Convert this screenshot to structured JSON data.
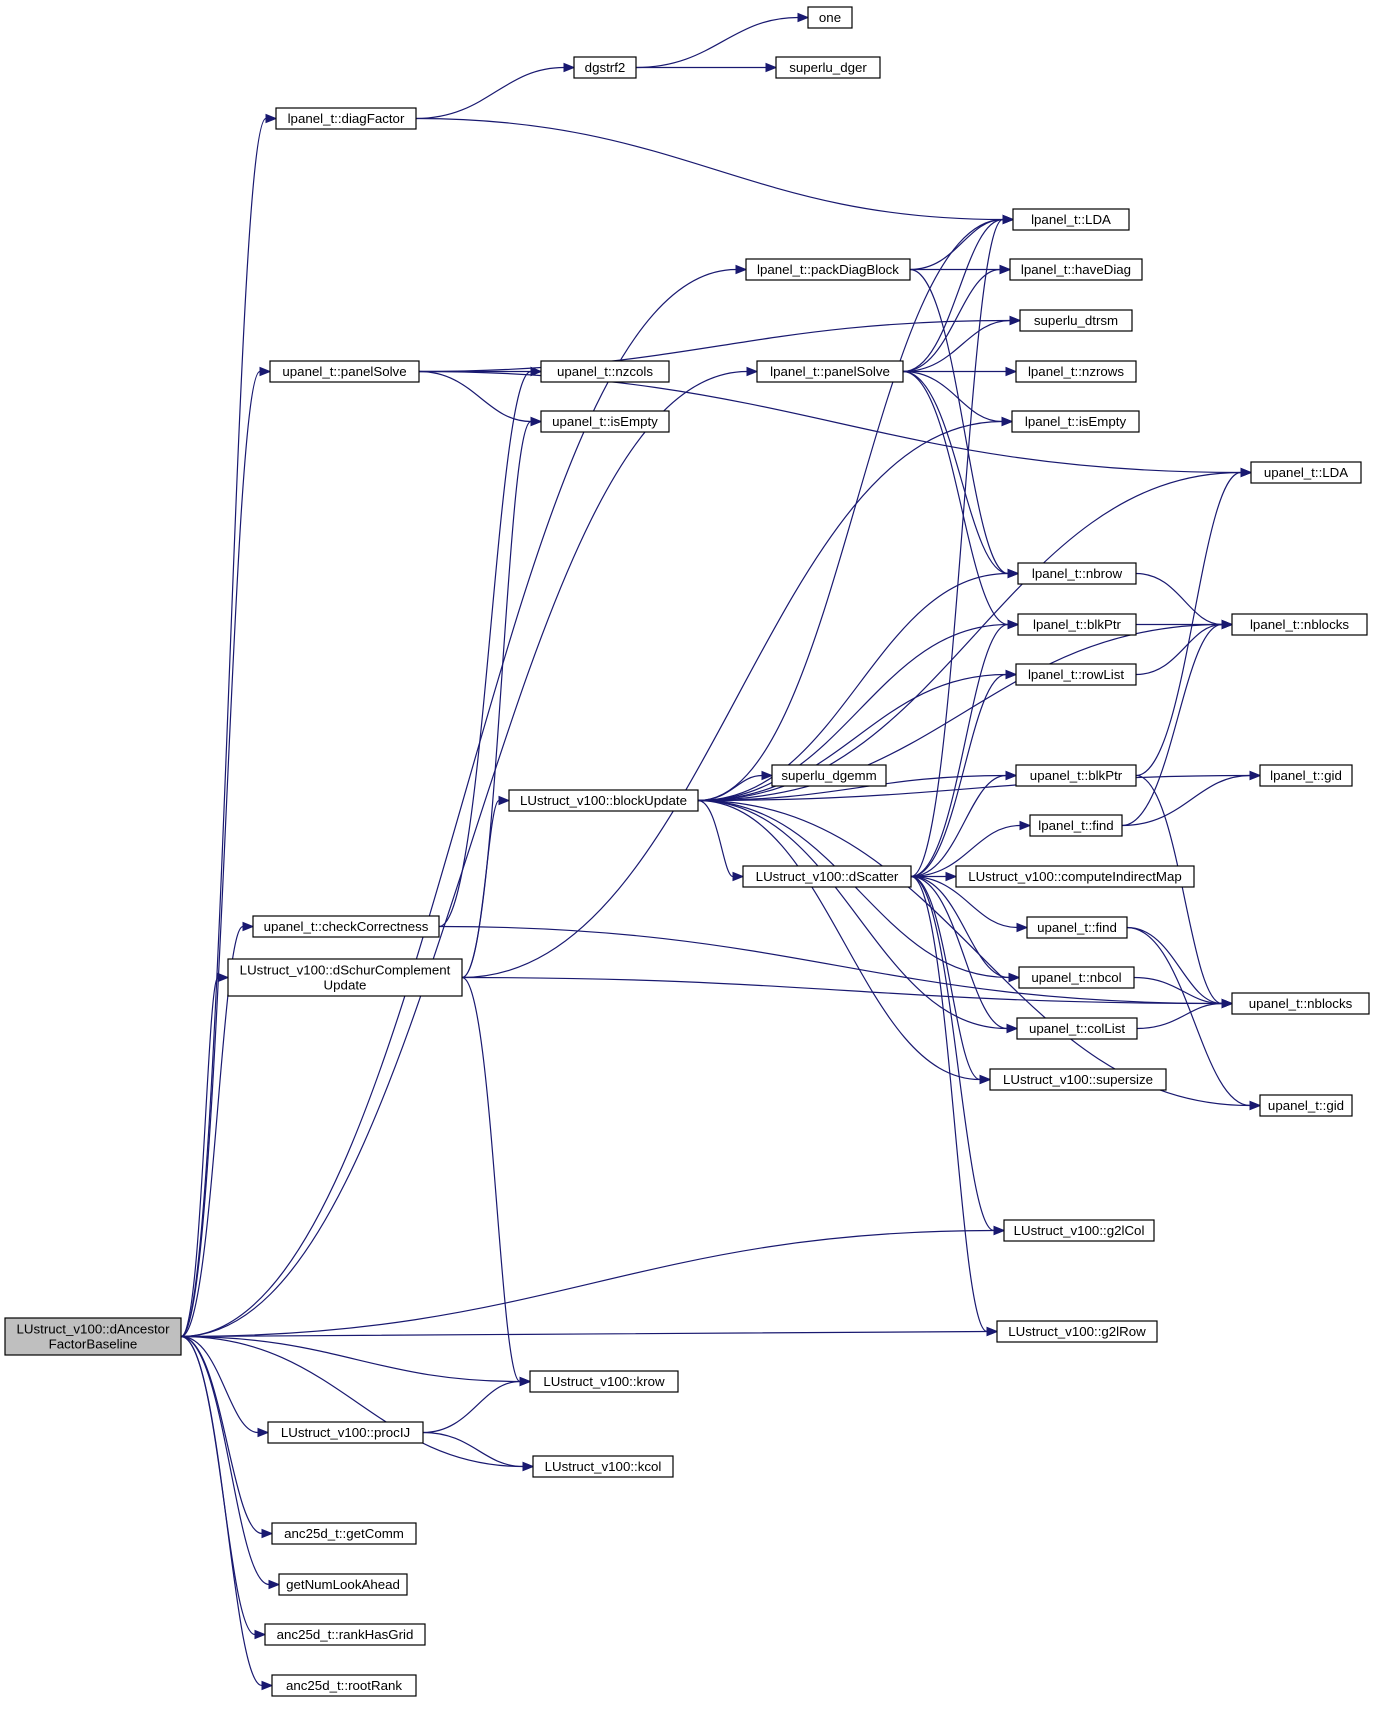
{
  "graph": {
    "nodes": [
      {
        "id": "root",
        "lines": [
          "LUstruct_v100::dAncestor",
          "FactorBaseline"
        ],
        "root": true
      },
      {
        "id": "one",
        "lines": [
          "one"
        ]
      },
      {
        "id": "dgstrf2",
        "lines": [
          "dgstrf2"
        ]
      },
      {
        "id": "superlu_dger",
        "lines": [
          "superlu_dger"
        ]
      },
      {
        "id": "lp_diagFactor",
        "lines": [
          "lpanel_t::diagFactor"
        ]
      },
      {
        "id": "lp_LDA",
        "lines": [
          "lpanel_t::LDA"
        ]
      },
      {
        "id": "lp_packDiagBlock",
        "lines": [
          "lpanel_t::packDiagBlock"
        ]
      },
      {
        "id": "lp_haveDiag",
        "lines": [
          "lpanel_t::haveDiag"
        ]
      },
      {
        "id": "superlu_dtrsm",
        "lines": [
          "superlu_dtrsm"
        ]
      },
      {
        "id": "up_panelSolve",
        "lines": [
          "upanel_t::panelSolve"
        ]
      },
      {
        "id": "up_nzcols",
        "lines": [
          "upanel_t::nzcols"
        ]
      },
      {
        "id": "lp_panelSolve",
        "lines": [
          "lpanel_t::panelSolve"
        ]
      },
      {
        "id": "lp_nzrows",
        "lines": [
          "lpanel_t::nzrows"
        ]
      },
      {
        "id": "up_isEmpty",
        "lines": [
          "upanel_t::isEmpty"
        ]
      },
      {
        "id": "lp_isEmpty",
        "lines": [
          "lpanel_t::isEmpty"
        ]
      },
      {
        "id": "up_LDA",
        "lines": [
          "upanel_t::LDA"
        ]
      },
      {
        "id": "lp_nbrow",
        "lines": [
          "lpanel_t::nbrow"
        ]
      },
      {
        "id": "lp_blkPtr",
        "lines": [
          "lpanel_t::blkPtr"
        ]
      },
      {
        "id": "lp_nblocks",
        "lines": [
          "lpanel_t::nblocks"
        ]
      },
      {
        "id": "lp_rowList",
        "lines": [
          "lpanel_t::rowList"
        ]
      },
      {
        "id": "up_blkPtr",
        "lines": [
          "upanel_t::blkPtr"
        ]
      },
      {
        "id": "lp_gid",
        "lines": [
          "lpanel_t::gid"
        ]
      },
      {
        "id": "blockUpdate",
        "lines": [
          "LUstruct_v100::blockUpdate"
        ]
      },
      {
        "id": "superlu_dgemm",
        "lines": [
          "superlu_dgemm"
        ]
      },
      {
        "id": "lp_find",
        "lines": [
          "lpanel_t::find"
        ]
      },
      {
        "id": "dScatter",
        "lines": [
          "LUstruct_v100::dScatter"
        ]
      },
      {
        "id": "computeIndirectMap",
        "lines": [
          "LUstruct_v100::computeIndirectMap"
        ]
      },
      {
        "id": "checkCorrectness",
        "lines": [
          "upanel_t::checkCorrectness"
        ]
      },
      {
        "id": "up_find",
        "lines": [
          "upanel_t::find"
        ]
      },
      {
        "id": "dSchur",
        "lines": [
          "LUstruct_v100::dSchurComplement",
          "Update"
        ]
      },
      {
        "id": "up_nbcol",
        "lines": [
          "upanel_t::nbcol"
        ]
      },
      {
        "id": "up_nblocks",
        "lines": [
          "upanel_t::nblocks"
        ]
      },
      {
        "id": "up_colList",
        "lines": [
          "upanel_t::colList"
        ]
      },
      {
        "id": "supersize",
        "lines": [
          "LUstruct_v100::supersize"
        ]
      },
      {
        "id": "up_gid",
        "lines": [
          "upanel_t::gid"
        ]
      },
      {
        "id": "g2lCol",
        "lines": [
          "LUstruct_v100::g2lCol"
        ]
      },
      {
        "id": "g2lRow",
        "lines": [
          "LUstruct_v100::g2lRow"
        ]
      },
      {
        "id": "krow",
        "lines": [
          "LUstruct_v100::krow"
        ]
      },
      {
        "id": "procIJ",
        "lines": [
          "LUstruct_v100::procIJ"
        ]
      },
      {
        "id": "kcol",
        "lines": [
          "LUstruct_v100::kcol"
        ]
      },
      {
        "id": "getComm",
        "lines": [
          "anc25d_t::getComm"
        ]
      },
      {
        "id": "getNumLookAhead",
        "lines": [
          "getNumLookAhead"
        ]
      },
      {
        "id": "rankHasGrid",
        "lines": [
          "anc25d_t::rankHasGrid"
        ]
      },
      {
        "id": "rootRank",
        "lines": [
          "anc25d_t::rootRank"
        ]
      }
    ],
    "edges": [
      [
        "root",
        "lp_diagFactor"
      ],
      [
        "root",
        "up_panelSolve"
      ],
      [
        "root",
        "lp_packDiagBlock"
      ],
      [
        "root",
        "lp_panelSolve"
      ],
      [
        "root",
        "checkCorrectness"
      ],
      [
        "root",
        "dSchur"
      ],
      [
        "root",
        "g2lCol"
      ],
      [
        "root",
        "g2lRow"
      ],
      [
        "root",
        "krow"
      ],
      [
        "root",
        "procIJ"
      ],
      [
        "root",
        "kcol"
      ],
      [
        "root",
        "getComm"
      ],
      [
        "root",
        "getNumLookAhead"
      ],
      [
        "root",
        "rankHasGrid"
      ],
      [
        "root",
        "rootRank"
      ],
      [
        "lp_diagFactor",
        "dgstrf2"
      ],
      [
        "lp_diagFactor",
        "lp_LDA"
      ],
      [
        "dgstrf2",
        "one"
      ],
      [
        "dgstrf2",
        "superlu_dger"
      ],
      [
        "lp_packDiagBlock",
        "lp_LDA"
      ],
      [
        "lp_packDiagBlock",
        "lp_haveDiag"
      ],
      [
        "lp_packDiagBlock",
        "lp_nbrow"
      ],
      [
        "up_panelSolve",
        "up_LDA"
      ],
      [
        "up_panelSolve",
        "superlu_dtrsm"
      ],
      [
        "up_panelSolve",
        "up_nzcols"
      ],
      [
        "up_panelSolve",
        "up_isEmpty"
      ],
      [
        "lp_panelSolve",
        "lp_LDA"
      ],
      [
        "lp_panelSolve",
        "lp_haveDiag"
      ],
      [
        "lp_panelSolve",
        "superlu_dtrsm"
      ],
      [
        "lp_panelSolve",
        "lp_nzrows"
      ],
      [
        "lp_panelSolve",
        "lp_isEmpty"
      ],
      [
        "lp_panelSolve",
        "lp_nbrow"
      ],
      [
        "lp_panelSolve",
        "lp_blkPtr"
      ],
      [
        "checkCorrectness",
        "up_nzcols"
      ],
      [
        "checkCorrectness",
        "up_nblocks"
      ],
      [
        "dSchur",
        "up_isEmpty"
      ],
      [
        "dSchur",
        "lp_isEmpty"
      ],
      [
        "dSchur",
        "blockUpdate"
      ],
      [
        "dSchur",
        "krow"
      ],
      [
        "dSchur",
        "up_nblocks"
      ],
      [
        "blockUpdate",
        "lp_LDA"
      ],
      [
        "blockUpdate",
        "up_LDA"
      ],
      [
        "blockUpdate",
        "lp_nbrow"
      ],
      [
        "blockUpdate",
        "lp_blkPtr"
      ],
      [
        "blockUpdate",
        "lp_nblocks"
      ],
      [
        "blockUpdate",
        "lp_rowList"
      ],
      [
        "blockUpdate",
        "up_blkPtr"
      ],
      [
        "blockUpdate",
        "lp_gid"
      ],
      [
        "blockUpdate",
        "superlu_dgemm"
      ],
      [
        "blockUpdate",
        "dScatter"
      ],
      [
        "blockUpdate",
        "up_nbcol"
      ],
      [
        "blockUpdate",
        "up_colList"
      ],
      [
        "blockUpdate",
        "supersize"
      ],
      [
        "blockUpdate",
        "up_gid"
      ],
      [
        "dScatter",
        "lp_LDA"
      ],
      [
        "dScatter",
        "lp_blkPtr"
      ],
      [
        "dScatter",
        "lp_rowList"
      ],
      [
        "dScatter",
        "up_blkPtr"
      ],
      [
        "dScatter",
        "lp_find"
      ],
      [
        "dScatter",
        "computeIndirectMap"
      ],
      [
        "dScatter",
        "up_find"
      ],
      [
        "dScatter",
        "up_nbcol"
      ],
      [
        "dScatter",
        "up_colList"
      ],
      [
        "dScatter",
        "supersize"
      ],
      [
        "dScatter",
        "g2lCol"
      ],
      [
        "dScatter",
        "g2lRow"
      ],
      [
        "lp_nbrow",
        "lp_nblocks"
      ],
      [
        "lp_blkPtr",
        "lp_nblocks"
      ],
      [
        "lp_rowList",
        "lp_nblocks"
      ],
      [
        "up_blkPtr",
        "up_LDA"
      ],
      [
        "up_blkPtr",
        "up_nblocks"
      ],
      [
        "lp_find",
        "lp_nblocks"
      ],
      [
        "lp_find",
        "lp_gid"
      ],
      [
        "up_find",
        "up_nblocks"
      ],
      [
        "up_find",
        "up_gid"
      ],
      [
        "up_nbcol",
        "up_nblocks"
      ],
      [
        "up_colList",
        "up_nblocks"
      ],
      [
        "procIJ",
        "krow"
      ],
      [
        "procIJ",
        "kcol"
      ]
    ]
  }
}
